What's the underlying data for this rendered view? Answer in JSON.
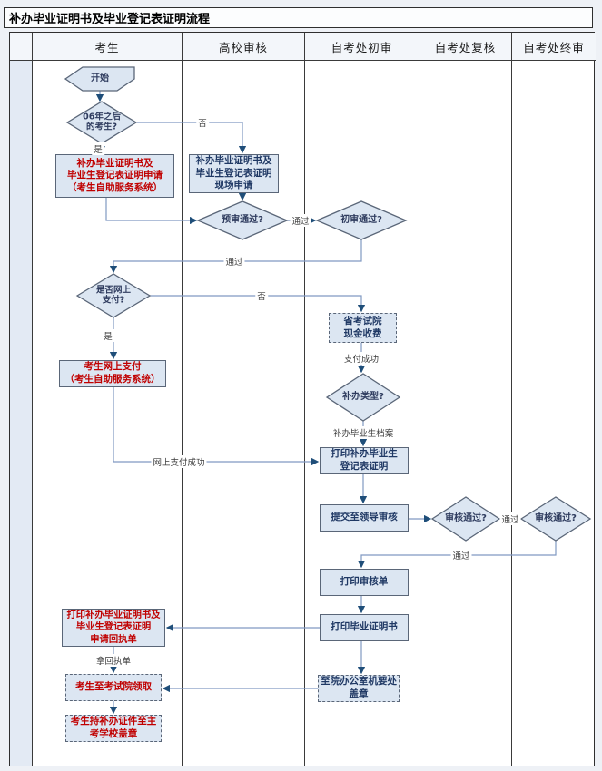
{
  "title": "补办毕业证明书及毕业登记表证明流程",
  "lanes": [
    "考生",
    "高校审核",
    "自考处初审",
    "自考处复核",
    "自考处终审"
  ],
  "nodes": {
    "start": "开始",
    "q_after06": "06年之后\n的考生?",
    "apply_online": "补办毕业证明书及\n毕业生登记表证明申请\n（考生自助服务系统）",
    "apply_onsite": "补办毕业证明书及\n毕业生登记表证明\n现场申请",
    "q_presubmit": "预审通过?",
    "q_initial": "初审通过?",
    "q_onlinepay": "是否网上\n支付?",
    "pay_online": "考生网上支付\n（考生自助服务系统）",
    "cash_pay": "省考试院\n现金收费",
    "q_type": "补办类型?",
    "print_regform": "打印补办毕业生\n登记表证明",
    "submit_leader": "提交至领导审核",
    "q_review1": "审核通过?",
    "q_review2": "审核通过?",
    "print_auditsheet": "打印审核单",
    "print_cert": "打印毕业证明书",
    "office_seal": "至院办公室机要处\n盖章",
    "receipt": "打印补办毕业证明书及\n毕业生登记表证明\n申请回执单",
    "collect": "考生至考试院领取",
    "school_seal": "考生持补办证件至主\n考学校盖章"
  },
  "edge_labels": {
    "yes1": "是",
    "no1": "否",
    "pass_pre": "通过",
    "pass_init": "通过",
    "yes2": "是",
    "no2": "否",
    "pay_success": "支付成功",
    "type_branch": "补办毕业生档案",
    "netpay_success": "网上支付成功",
    "pass_review1": "通过",
    "pass_review2": "通过",
    "take_receipt": "拿回执单"
  },
  "colors": {
    "page_bg": "#eef1f6",
    "header_bg": "#f3f6fa",
    "col0_bg": "#e3eaf4",
    "lane_border": "#3a3a3a",
    "node_fill": "#dce6f2",
    "node_border": "#5a6678",
    "text": "#1f3864",
    "red": "#c00000",
    "line": "#8099c2",
    "arrow": "#1f4e79"
  }
}
